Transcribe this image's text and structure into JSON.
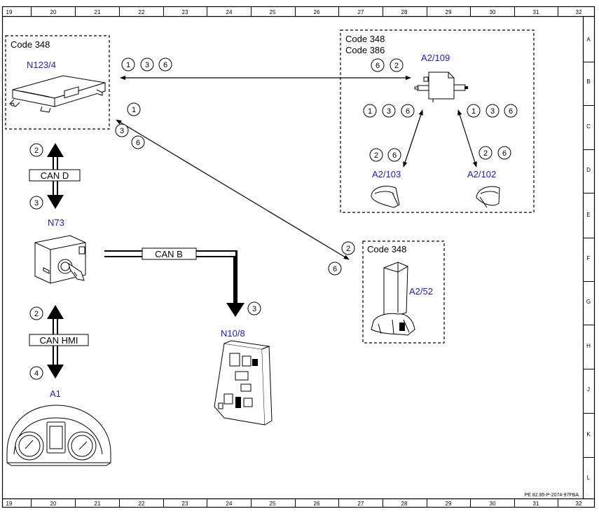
{
  "ruler": {
    "columns": [
      "19",
      "20",
      "21",
      "22",
      "23",
      "24",
      "25",
      "26",
      "27",
      "28",
      "29",
      "30",
      "31",
      "32"
    ],
    "rows": [
      "A",
      "B",
      "C",
      "D",
      "E",
      "F",
      "G",
      "H",
      "J",
      "K",
      "L"
    ]
  },
  "codes": {
    "code348": "Code 348",
    "code386": "Code 386"
  },
  "components": {
    "n123_4": "N123/4",
    "a2_109": "A2/109",
    "a2_103": "A2/103",
    "a2_102": "A2/102",
    "n73": "N73",
    "a2_52": "A2/52",
    "n10_8": "N10/8",
    "a1": "A1"
  },
  "buses": {
    "can_d": "CAN D",
    "can_b": "CAN B",
    "can_hmi": "CAN HMI"
  },
  "markers": {
    "m1": "1",
    "m2": "2",
    "m3": "3",
    "m4": "4",
    "m6": "6"
  },
  "doc_ref": "PE 82.95-P-2074-97FBA"
}
